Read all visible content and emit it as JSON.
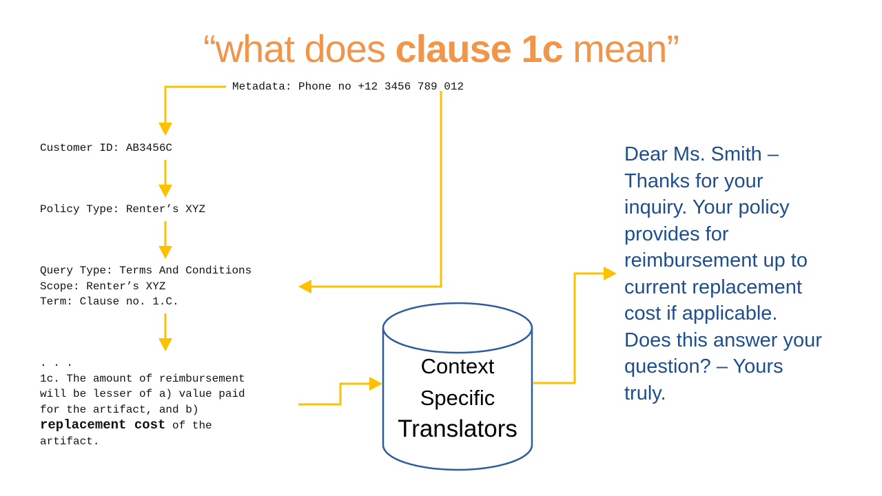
{
  "title": {
    "open_quote": "“",
    "before": "what does ",
    "bold": "clause 1c",
    "after": " mean",
    "close_quote": "”"
  },
  "metadata": "Metadata: Phone no +12 3456 789 012",
  "customer_id": "Customer ID: AB3456C",
  "policy_type": "Policy Type: Renter’s XYZ",
  "query": {
    "line1": "Query Type: Terms And Conditions",
    "line2": "Scope: Renter’s XYZ",
    "line3": "Term: Clause no. 1.C."
  },
  "clause": {
    "ellipsis": ". . .",
    "line1": "1c. The amount of reimbursement",
    "line2": "will be lesser of a) value paid",
    "line3": "for the artifact, and b)",
    "line4_bold": "replacement cost",
    "line4_rest": " of the",
    "line5": "artifact."
  },
  "translator": {
    "line1": "Context",
    "line2": "Specific",
    "line3": "Translators"
  },
  "reply": {
    "lines": [
      "Dear Ms. Smith –",
      "Thanks for your",
      "inquiry. Your policy",
      "provides  for",
      "reimbursement up to",
      "current replacement",
      "cost if applicable.",
      "Does this answer your",
      "question? – Yours",
      "truly."
    ]
  },
  "colors": {
    "title": "#F0954A",
    "arrow": "#FFC000",
    "cylinder_stroke": "#2E5D9E",
    "reply_text": "#1F4E8C"
  }
}
